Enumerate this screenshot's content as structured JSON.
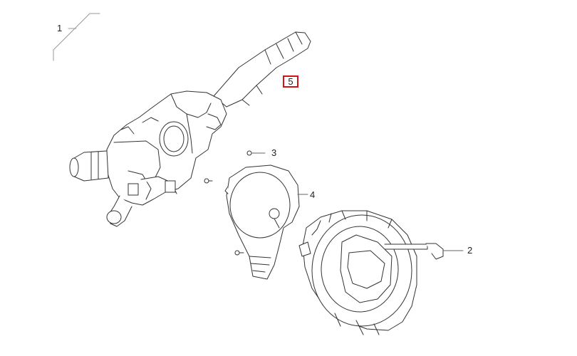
{
  "diagram": {
    "callouts": {
      "c1": "1",
      "c2": "2",
      "c3": "3",
      "c4": "4",
      "c5": "5"
    },
    "highlight_color": "#d0141a",
    "line_color": "#333333"
  }
}
